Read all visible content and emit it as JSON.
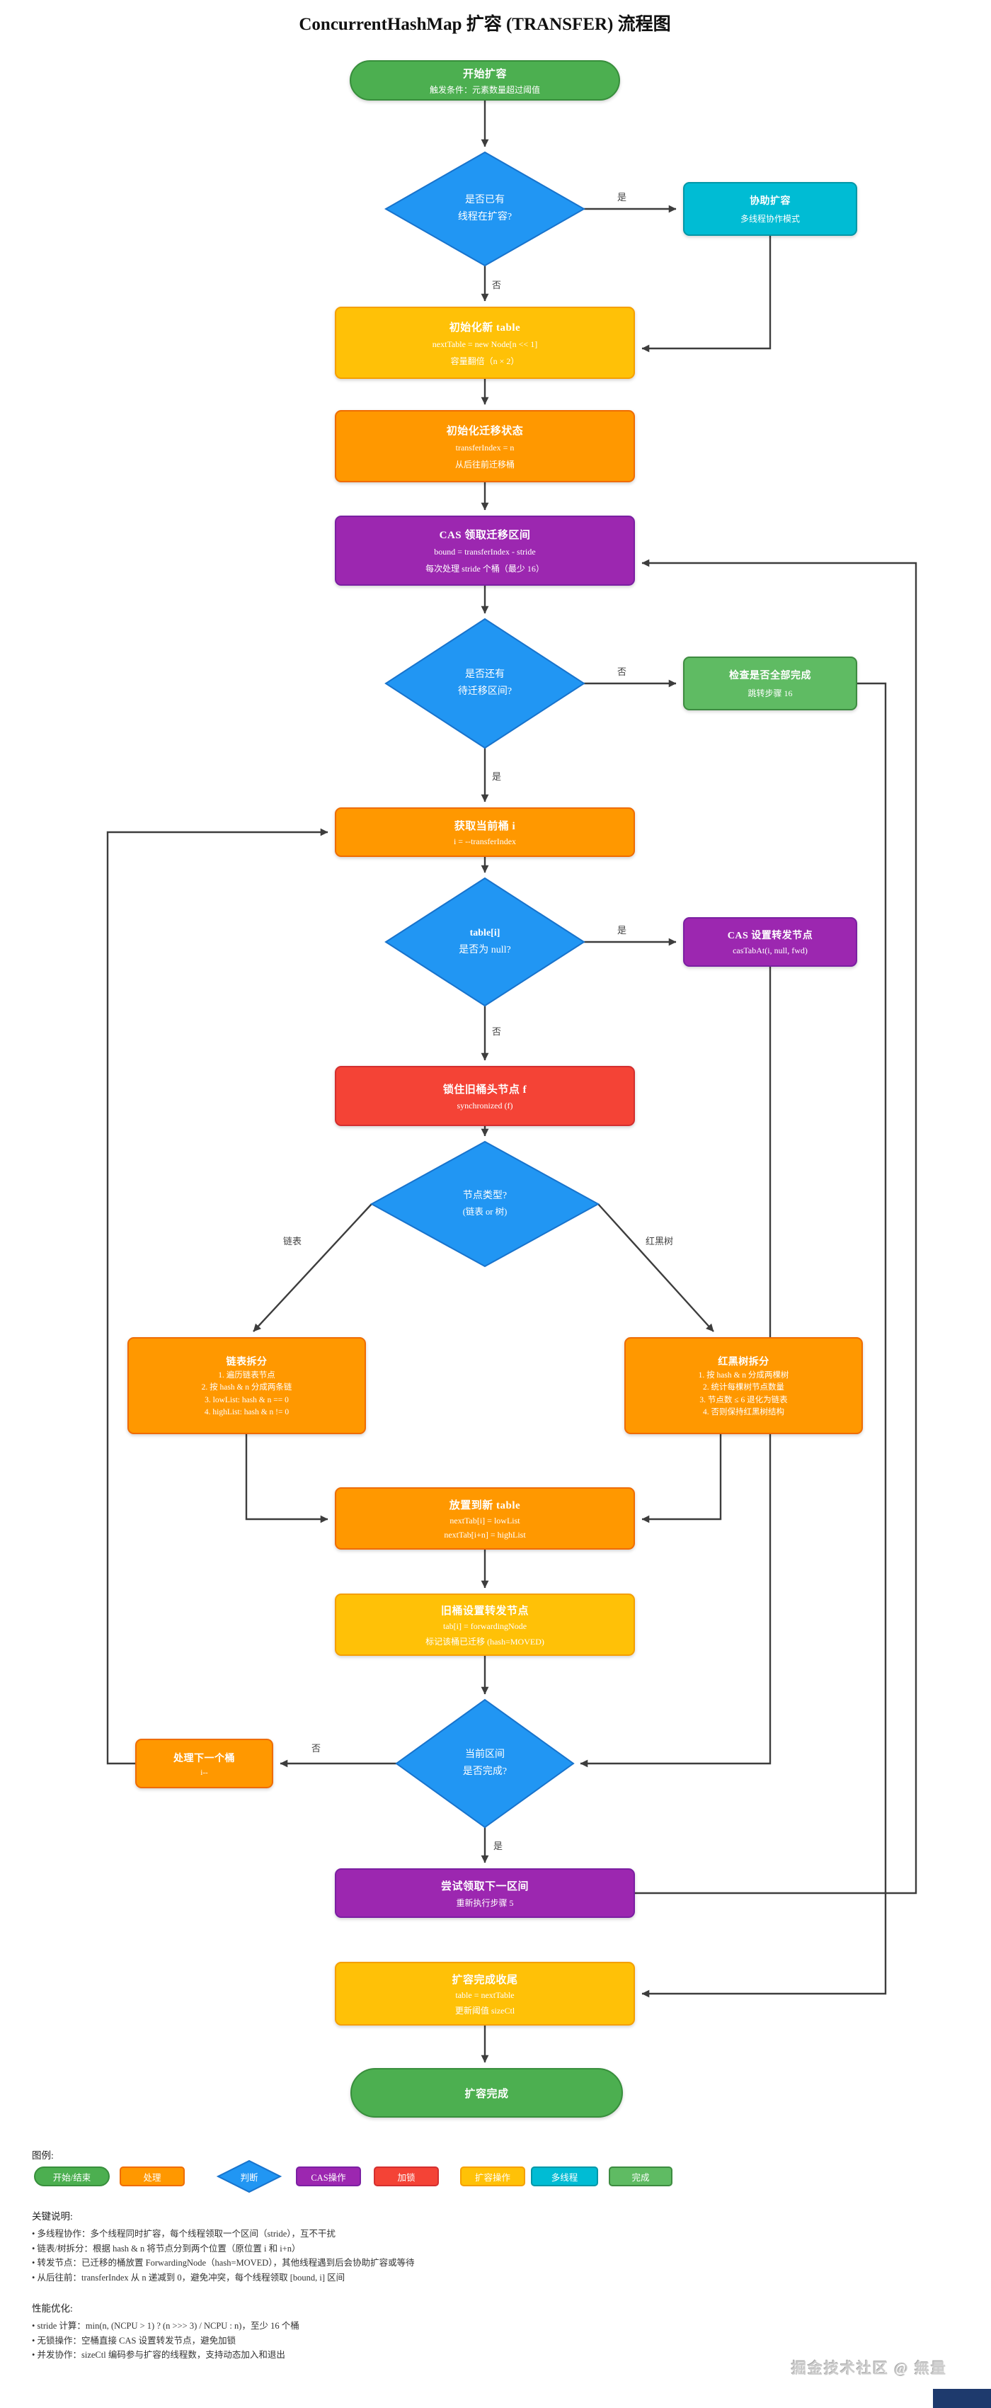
{
  "title": "ConcurrentHashMap 扩容 (TRANSFER) 流程图",
  "nodes": {
    "start": {
      "title": "开始扩容",
      "sub1": "触发条件：元素数量超过阈值"
    },
    "d1": {
      "line1": "是否已有",
      "line2": "线程在扩容?"
    },
    "assist": {
      "title": "协助扩容",
      "sub1": "多线程协作模式"
    },
    "init_table": {
      "title": "初始化新 table",
      "sub1": "nextTable = new Node[n << 1]",
      "sub2": "容量翻倍（n × 2）"
    },
    "init_state": {
      "title": "初始化迁移状态",
      "sub1": "transferIndex = n",
      "sub2": "从后往前迁移桶"
    },
    "cas_claim": {
      "title": "CAS 领取迁移区间",
      "sub1": "bound = transferIndex - stride",
      "sub2": "每次处理 stride 个桶（最少 16）"
    },
    "d2": {
      "line1": "是否还有",
      "line2": "待迁移区间?"
    },
    "check_done": {
      "title": "检查是否全部完成",
      "sub1": "跳转步骤 16"
    },
    "get_bucket": {
      "title": "获取当前桶 i",
      "sub1": "i = --transferIndex"
    },
    "d3": {
      "line1": "table[i]",
      "line2": "是否为 null?"
    },
    "cas_fwd": {
      "title": "CAS 设置转发节点",
      "sub1": "casTabAt(i, null, fwd)"
    },
    "lock": {
      "title": "锁住旧桶头节点 f",
      "sub1": "synchronized (f)"
    },
    "d4": {
      "line1": "节点类型?",
      "line2": "(链表 or 树)"
    },
    "list_split": {
      "title": "链表拆分",
      "items": [
        "1. 遍历链表节点",
        "2. 按 hash & n 分成两条链",
        "3. lowList: hash & n == 0",
        "4. highList: hash & n != 0"
      ]
    },
    "tree_split": {
      "title": "红黑树拆分",
      "items": [
        "1. 按 hash & n 分成两棵树",
        "2. 统计每棵树节点数量",
        "3. 节点数 ≤ 6 退化为链表",
        "4. 否则保持红黑树结构"
      ]
    },
    "place_new": {
      "title": "放置到新 table",
      "sub1": "nextTab[i] = lowList",
      "sub2": "nextTab[i+n] = highList"
    },
    "set_fwd": {
      "title": "旧桶设置转发节点",
      "sub1": "tab[i] = forwardingNode",
      "sub2": "标记该桶已迁移 (hash=MOVED)"
    },
    "d5": {
      "line1": "当前区间",
      "line2": "是否完成?"
    },
    "next_bucket": {
      "title": "处理下一个桶",
      "sub1": "i--"
    },
    "claim_next": {
      "title": "尝试领取下一区间",
      "sub1": "重新执行步骤 5"
    },
    "finish": {
      "title": "扩容完成收尾",
      "sub1": "table = nextTable",
      "sub2": "更新阈值 sizeCtl"
    },
    "end": {
      "title": "扩容完成"
    }
  },
  "edge_labels": {
    "yes": "是",
    "no": "否",
    "list": "链表",
    "tree": "红黑树"
  },
  "legend": {
    "heading": "图例:",
    "items": [
      {
        "label": "开始/结束",
        "type": "start-end"
      },
      {
        "label": "处理",
        "type": "process"
      },
      {
        "label": "判断",
        "type": "decision"
      },
      {
        "label": "CAS操作",
        "type": "cas"
      },
      {
        "label": "加锁",
        "type": "lock"
      },
      {
        "label": "扩容操作",
        "type": "expand"
      },
      {
        "label": "多线程",
        "type": "multithread"
      },
      {
        "label": "完成",
        "type": "complete"
      }
    ]
  },
  "notes": {
    "heading": "关键说明:",
    "items": [
      "• 多线程协作：多个线程同时扩容，每个线程领取一个区间（stride），互不干扰",
      "• 链表/树拆分：根据 hash & n 将节点分到两个位置（原位置 i 和 i+n）",
      "• 转发节点：已迁移的桶放置 ForwardingNode（hash=MOVED），其他线程遇到后会协助扩容或等待",
      "• 从后往前：transferIndex 从 n 递减到 0，避免冲突，每个线程领取 [bound, i] 区间"
    ]
  },
  "perf": {
    "heading": "性能优化:",
    "items": [
      "• stride 计算：min(n, (NCPU > 1) ? (n >>> 3) / NCPU : n)，至少 16 个桶",
      "• 无锁操作：空桶直接 CAS 设置转发节点，避免加锁",
      "• 并发协作：sizeCtl 编码参与扩容的线程数，支持动态加入和退出"
    ]
  },
  "watermark": "掘金技术社区 @ 無量",
  "colors": {
    "start_end": "#4CAF50",
    "process": "#FF9800",
    "decision": "#2196F3",
    "cas": "#9C27B0",
    "lock": "#F44336",
    "expand": "#FFC107",
    "multithread": "#00BCD4",
    "complete": "#5FBB63",
    "edge": "#3d3d3d"
  }
}
